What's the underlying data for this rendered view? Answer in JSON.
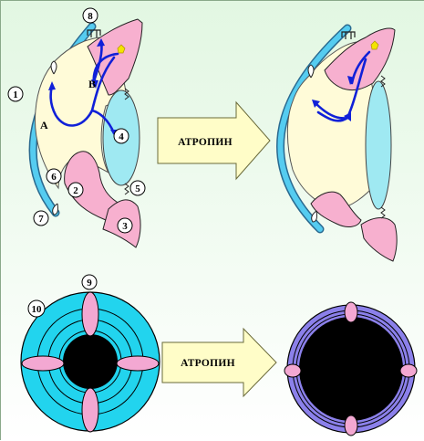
{
  "colors": {
    "bg_top": "#e2f7e2",
    "bg_bottom": "#ffffff",
    "cornea": "#55ccf0",
    "iris_pink": "#f7b0cf",
    "chamber": "#fffbd8",
    "lens": "#9fe9f2",
    "arrow_fill": "#fffdc8",
    "flow_arrow": "#1020d8",
    "pupil": "#000000",
    "iris_cyan": "#22d4ee",
    "iris_purple": "#8b80ea",
    "petal": "#f3a8d2"
  },
  "top_arrow_label": "АТРОПИН",
  "bottom_arrow_label": "АТРОПИН",
  "labels": {
    "n1": "1",
    "n2": "2",
    "n3": "3",
    "n4": "4",
    "n5": "5",
    "n6": "6",
    "n7": "7",
    "n8": "8",
    "n9": "9",
    "n10": "10",
    "a": "А",
    "b": "В"
  }
}
